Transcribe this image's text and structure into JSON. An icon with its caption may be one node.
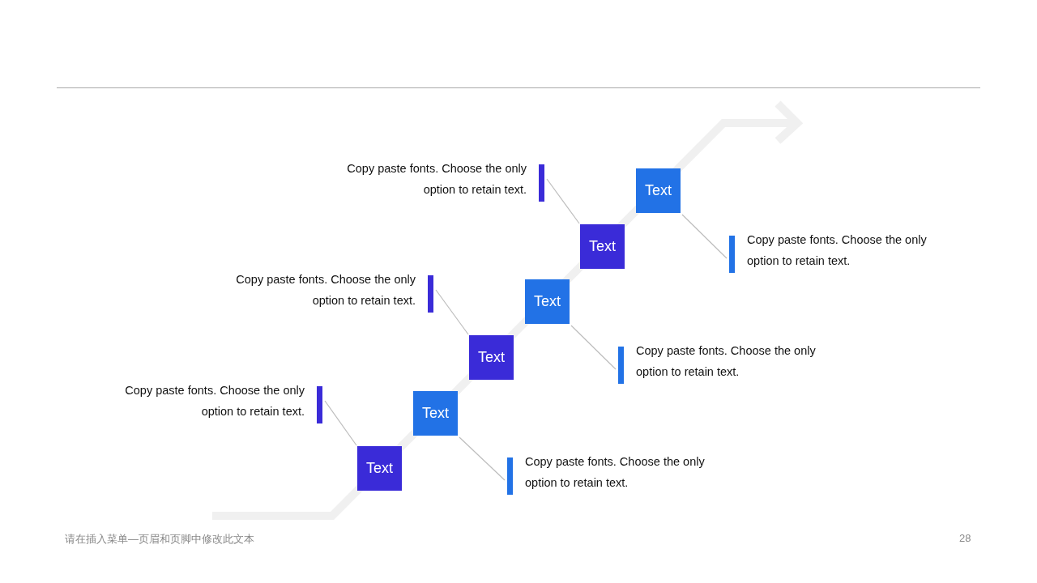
{
  "diagram": {
    "nodes": [
      {
        "text": [
          "Text"
        ]
      },
      {
        "text": [
          "Copy paste fonts. Choose the only option to retain text."
        ]
      },
      {
        "text": [
          "Text"
        ]
      },
      {
        "text": [
          "Copy paste fonts. Choose the only option to retain text."
        ]
      },
      {
        "text": [
          "Text"
        ]
      },
      {
        "text": [
          "Copy paste fonts. Choose the only option to retain text."
        ]
      },
      {
        "text": [
          "Text"
        ]
      },
      {
        "text": [
          "Copy paste fonts. Choose the only option to retain text."
        ]
      },
      {
        "text": [
          "Text"
        ]
      },
      {
        "text": [
          "Copy paste fonts. Choose the only option to retain text."
        ]
      },
      {
        "text": [
          "Text"
        ]
      },
      {
        "text": [
          "Copy paste fonts. Choose the only option to retain text."
        ]
      }
    ],
    "edges": [
      {
        "from": 0,
        "to": 1,
        "arrow": "none"
      },
      {
        "from": 2,
        "to": 3,
        "arrow": "none"
      },
      {
        "from": 4,
        "to": 5,
        "arrow": "none"
      },
      {
        "from": 6,
        "to": 7,
        "arrow": "none"
      },
      {
        "from": 8,
        "to": 9,
        "arrow": "none"
      },
      {
        "from": 10,
        "to": 11,
        "arrow": "none"
      }
    ],
    "labels": [
      "请在插入菜单—页眉和页脚中修改此文本",
      "28"
    ]
  }
}
